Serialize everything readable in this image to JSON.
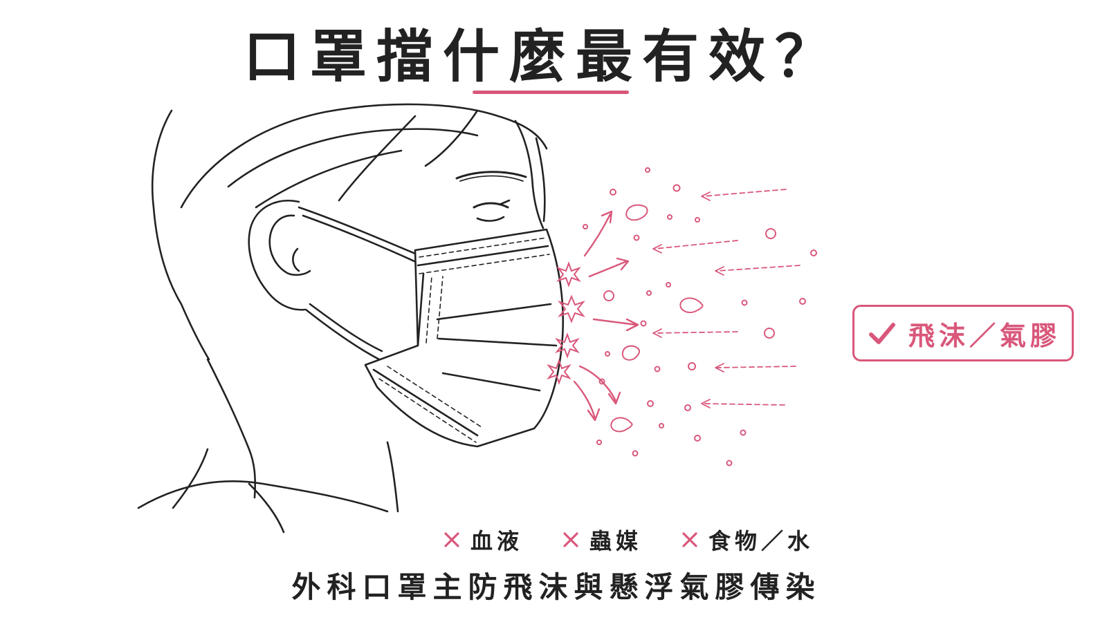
{
  "title": "口罩擋什麼最有效？",
  "effective": {
    "label": "飛沫／氣膠",
    "icon": "check-icon"
  },
  "not_effective": [
    {
      "label": "血液",
      "icon": "cross-icon"
    },
    {
      "label": "蟲媒",
      "icon": "cross-icon"
    },
    {
      "label": "食物／水",
      "icon": "cross-icon"
    }
  ],
  "caption": "外科口罩主防飛沫與懸浮氣膠傳染",
  "colors": {
    "accent": "#d9577a",
    "line": "#222222",
    "background": "#ffffff"
  }
}
